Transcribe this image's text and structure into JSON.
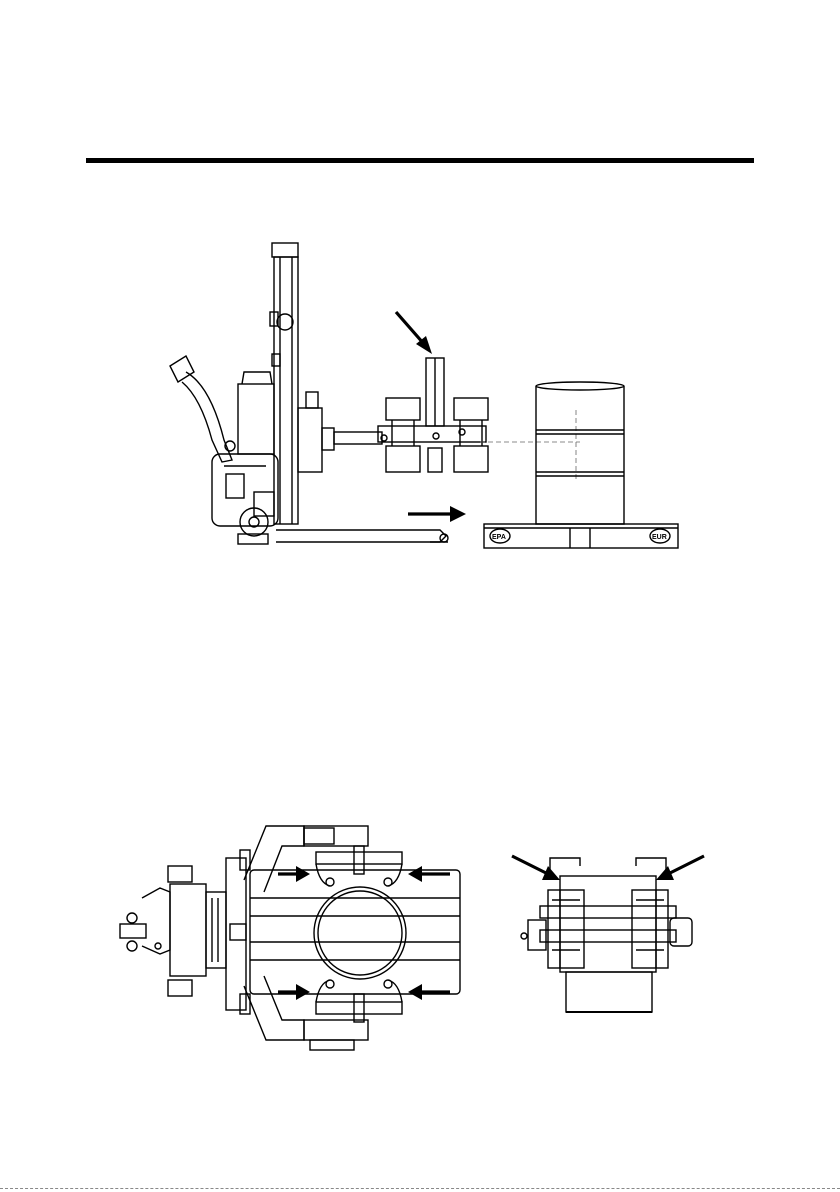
{
  "page": {
    "pallet_labels": {
      "left": "EPA",
      "right": "EUR"
    }
  },
  "figures": [
    {
      "name": "side-view",
      "arrows": 2
    },
    {
      "name": "top-view",
      "arrows": 4
    },
    {
      "name": "front-view",
      "arrows": 2
    }
  ]
}
